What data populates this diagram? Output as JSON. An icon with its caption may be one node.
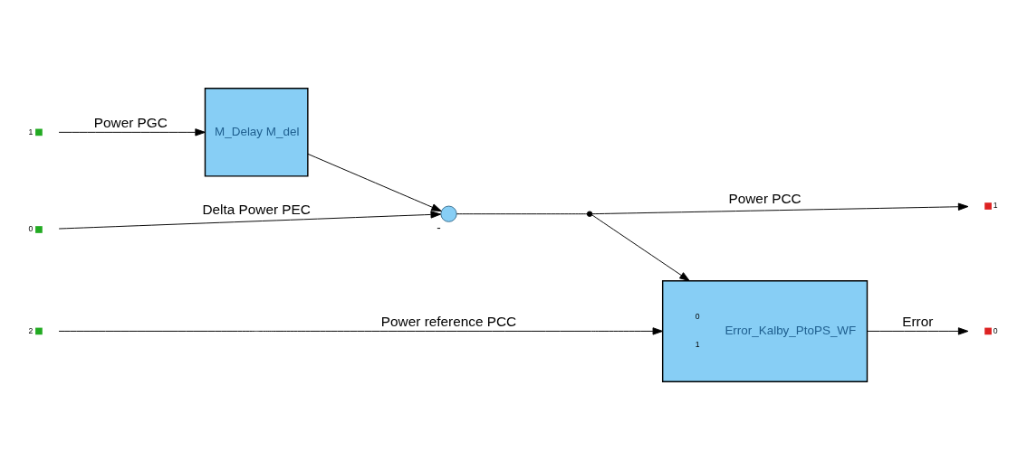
{
  "diagram": {
    "nodes": [
      {
        "text": [
          "0"
        ]
      },
      {
        "text": [
          "1"
        ]
      },
      {
        "text": [
          "2"
        ]
      },
      {
        "text": [
          "M_Delay M_del"
        ]
      },
      {
        "text": [],
        "shape": "circle",
        "beside": [
          "-"
        ]
      },
      {
        "text": [
          "0",
          "Error_Kalby_PtoPS_WF",
          "1"
        ]
      },
      {
        "text": [],
        "shape": "dot"
      },
      {
        "text": [
          "0"
        ]
      },
      {
        "text": [
          "1"
        ]
      }
    ],
    "edges": [
      {
        "from": 0,
        "to": 4,
        "arrow": "to",
        "label": "Delta Power PEC"
      },
      {
        "from": 1,
        "to": 3,
        "arrow": "to",
        "label": "Power PGC"
      },
      {
        "from": 3,
        "to": 4,
        "arrow": "to"
      },
      {
        "from": 4,
        "to": 6,
        "arrow": "none"
      },
      {
        "from": 6,
        "to": 5,
        "arrow": "to"
      },
      {
        "from": 2,
        "to": 5,
        "arrow": "to",
        "label": "Power reference PCC"
      },
      {
        "from": 5,
        "to": 7,
        "arrow": "to",
        "label": "Error"
      },
      {
        "from": 6,
        "to": 8,
        "arrow": "to",
        "label": "Power PCC"
      }
    ]
  }
}
